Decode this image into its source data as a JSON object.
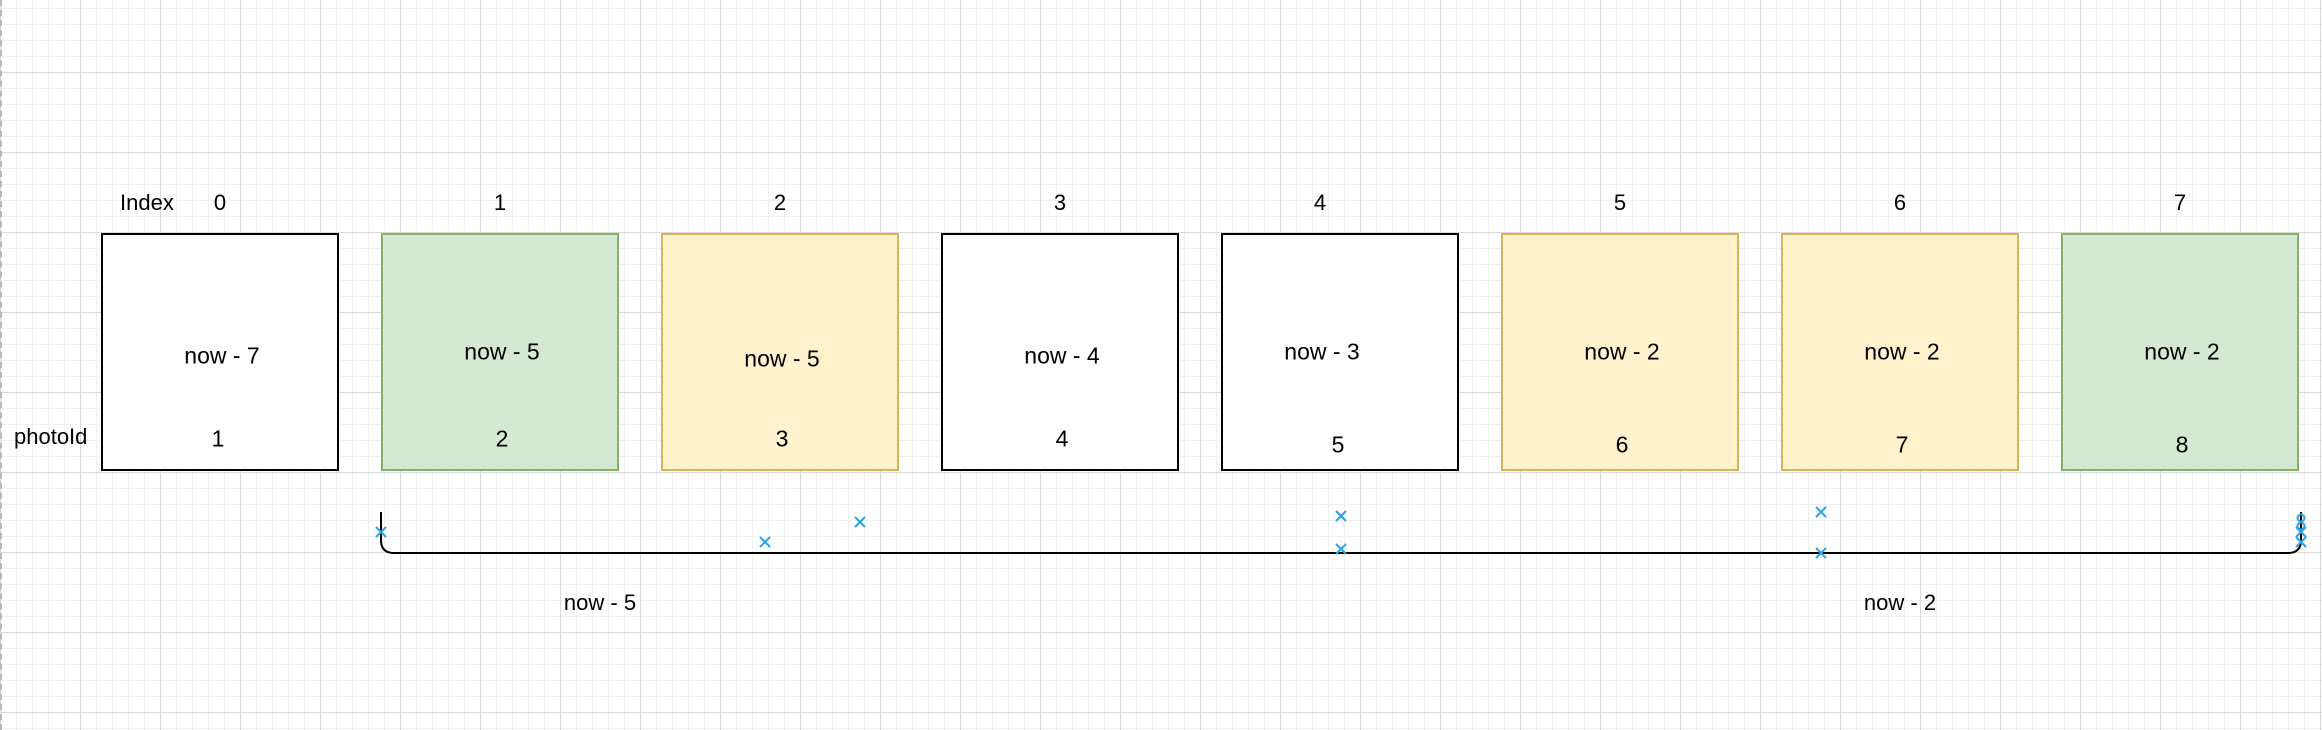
{
  "diagram": {
    "index_header": "Index",
    "photo_header": "photoId",
    "cells": [
      {
        "index": "0",
        "time": "now - 7",
        "photo_id": "1",
        "fill": "#ffffff",
        "stroke": "#000000"
      },
      {
        "index": "1",
        "time": "now - 5",
        "photo_id": "2",
        "fill": "#d5e8d4",
        "stroke": "#82b366"
      },
      {
        "index": "2",
        "time": "now - 5",
        "photo_id": "3",
        "fill": "#fff2cc",
        "stroke": "#d6b656"
      },
      {
        "index": "3",
        "time": "now - 4",
        "photo_id": "4",
        "fill": "#ffffff",
        "stroke": "#000000"
      },
      {
        "index": "4",
        "time": "now - 3",
        "photo_id": "5",
        "fill": "#ffffff",
        "stroke": "#000000"
      },
      {
        "index": "5",
        "time": "now - 2",
        "photo_id": "6",
        "fill": "#fff2cc",
        "stroke": "#d6b656"
      },
      {
        "index": "6",
        "time": "now - 2",
        "photo_id": "7",
        "fill": "#fff2cc",
        "stroke": "#d6b656"
      },
      {
        "index": "7",
        "time": "now - 2",
        "photo_id": "8",
        "fill": "#d5e8d4",
        "stroke": "#82b366"
      }
    ],
    "range_labels": {
      "start": "now - 5",
      "end": "now - 2"
    },
    "colors": {
      "connector": "#000000",
      "marker": "#29a3e8",
      "grid": "#d9d9d9"
    }
  }
}
